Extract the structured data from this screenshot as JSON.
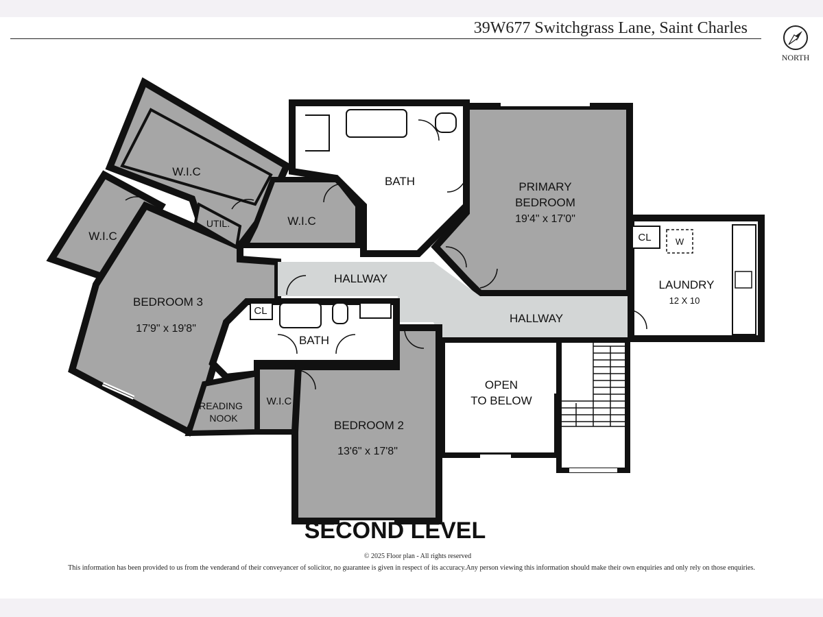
{
  "header": {
    "address": "39W677 Switchgrass Lane, Saint Charles",
    "compass_label": "NORTH",
    "compass_icon": "compass-icon"
  },
  "rooms": {
    "wic_top": "W.I.C",
    "wic_left": "W.I.C",
    "util": "UTIL.",
    "wic_mid": "W.I.C",
    "bath_main": "BATH",
    "primary_name_1": "PRIMARY",
    "primary_name_2": "BEDROOM",
    "primary_dim": "19'4\" x 17'0\"",
    "cl_laundry": "CL",
    "washer": "W",
    "laundry": "LAUNDRY",
    "laundry_dim": "12 X 10",
    "hallway_1": "HALLWAY",
    "hallway_2": "HALLWAY",
    "bedroom3": "BEDROOM 3",
    "bedroom3_dim": "17'9\" x 19'8\"",
    "cl_bath2": "CL",
    "bath2": "BATH",
    "reading_1": "READING",
    "reading_2": "NOOK",
    "wic_bed2": "W.I.C",
    "bedroom2": "BEDROOM 2",
    "bedroom2_dim": "13'6\" x 17'8\"",
    "open_1": "OPEN",
    "open_2": "TO BELOW"
  },
  "footer": {
    "level_title": "SECOND LEVEL",
    "copyright": "© 2025  Floor plan  - All rights reserved",
    "disclaimer": "This information has been provided to us from the venderand of their conveyancer of solicitor, no guarantee is given in respect of its accuracy.Any person viewing this information should make their own enquiries and only rely on those enquiries."
  },
  "colors": {
    "room_fill": "#a6a6a6",
    "hall_fill": "#d3d6d6",
    "wall": "#111111",
    "page": "#ffffff"
  }
}
